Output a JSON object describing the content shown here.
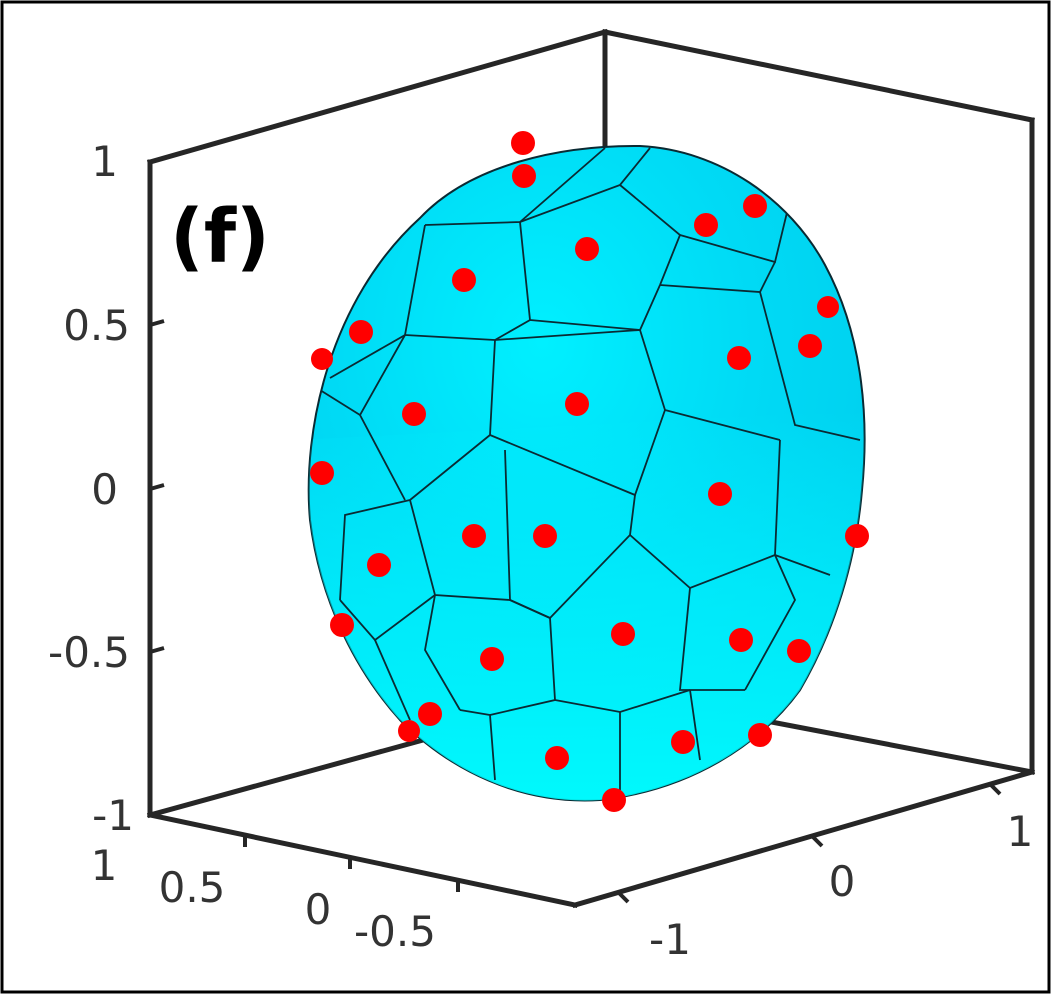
{
  "panel_label": "(f)",
  "z_axis": {
    "ticks": [
      "1",
      "0.5",
      "0",
      "-0.5",
      "-1"
    ]
  },
  "y_axis": {
    "ticks": [
      "1",
      "0.5",
      "0",
      "-0.5"
    ]
  },
  "x_axis": {
    "ticks": [
      "-1",
      "0",
      "1"
    ]
  },
  "colors": {
    "surface_light": "#00ffff",
    "surface_dark": "#00d8f5",
    "cell_edges": "#0a2a33",
    "sites": "#ff0000",
    "axes": "#262626",
    "frame": "#000000"
  }
}
